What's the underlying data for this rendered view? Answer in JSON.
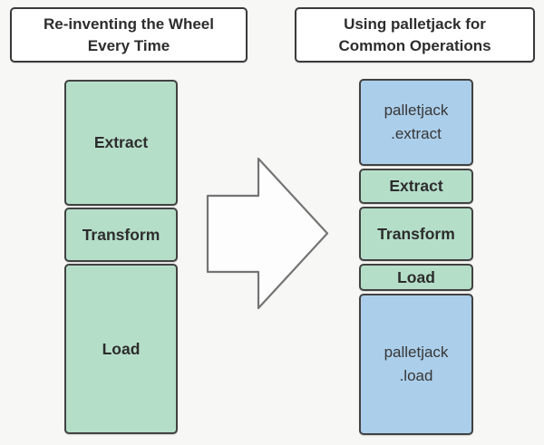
{
  "headers": {
    "left": {
      "lines": [
        "Re-inventing the Wheel",
        "Every Time"
      ]
    },
    "right": {
      "lines": [
        "Using palletjack for",
        "Common Operations"
      ]
    }
  },
  "left_column": {
    "boxes": [
      {
        "label": "Extract"
      },
      {
        "label": "Transform"
      },
      {
        "label": "Load"
      }
    ]
  },
  "right_column": {
    "boxes": [
      {
        "lines": [
          "palletjack",
          ".extract"
        ]
      },
      {
        "label": "Extract"
      },
      {
        "label": "Transform"
      },
      {
        "label": "Load"
      },
      {
        "lines": [
          "palletjack",
          ".load"
        ]
      }
    ]
  },
  "arrow": {
    "direction": "right"
  },
  "colors": {
    "background": "#f7f7f6",
    "manual_box_green": "#b5dec9",
    "palletjack_box_blue": "#abceea",
    "box_border": "#424242",
    "title_fill": "#ffffff",
    "text": "#2d2d2d",
    "arrow_fill": "#fdfdfd",
    "arrow_stroke": "#747474"
  }
}
